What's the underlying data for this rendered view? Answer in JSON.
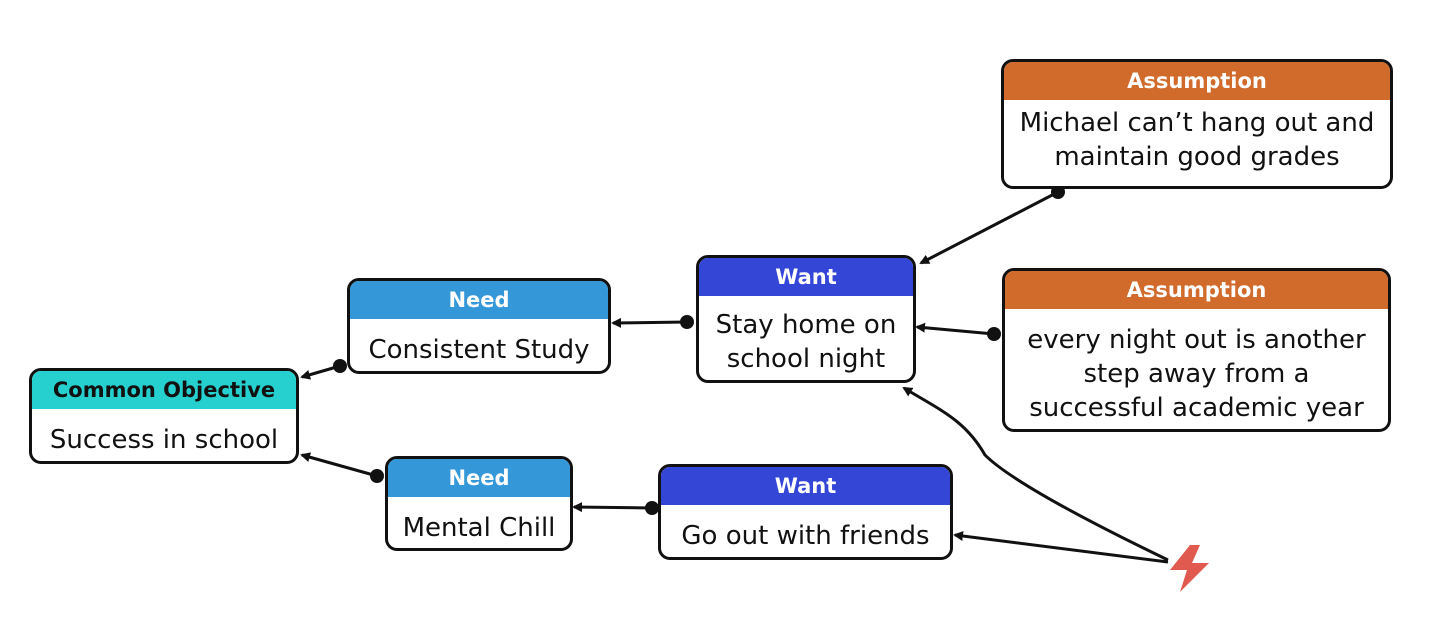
{
  "nodes": {
    "assumption1": {
      "header": "Assumption",
      "text": "Michael can’t hang out and maintain good grades"
    },
    "assumption2": {
      "header": "Assumption",
      "text": "every night out is another step away from a successful academic year"
    },
    "want1": {
      "header": "Want",
      "text": "Stay home on school night"
    },
    "want2": {
      "header": "Want",
      "text": "Go out with friends"
    },
    "need1": {
      "header": "Need",
      "text": "Consistent Study"
    },
    "need2": {
      "header": "Need",
      "text": "Mental Chill"
    },
    "objective": {
      "header": "Common Objective",
      "text": "Success in school"
    }
  },
  "edges": [
    {
      "from": "assumption1",
      "to": "want1"
    },
    {
      "from": "assumption2",
      "to": "want1"
    },
    {
      "from": "want1",
      "to": "need1"
    },
    {
      "from": "need1",
      "to": "objective"
    },
    {
      "from": "want2",
      "to": "need2"
    },
    {
      "from": "need2",
      "to": "objective"
    },
    {
      "from": "conflict",
      "to": "want1"
    },
    {
      "from": "conflict",
      "to": "want2"
    }
  ],
  "colors": {
    "assumption": "#d06b2c",
    "want": "#3446d6",
    "need": "#3497d8",
    "objective": "#26d0cf",
    "conflict": "#e05a4f"
  },
  "icons": {
    "conflict": "lightning-bolt-icon"
  }
}
